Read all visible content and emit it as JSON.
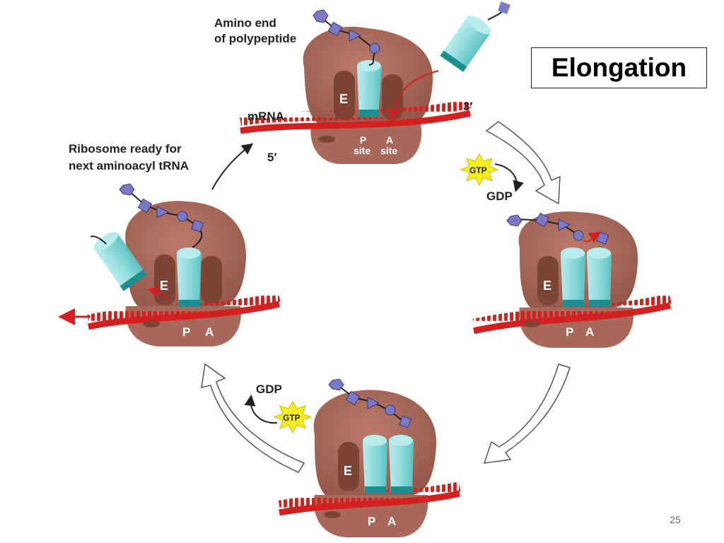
{
  "slide": {
    "title": "Elongation",
    "page_number": "25"
  },
  "labels": {
    "amino_end_line1": "Amino end",
    "amino_end_line2": "of polypeptide",
    "mrna": "mRNA",
    "three_prime": "3′",
    "five_prime": "5′",
    "ribosome_ready_line1": "Ribosome ready for",
    "ribosome_ready_line2": "next aminoacyl tRNA",
    "gtp": "GTP",
    "gdp": "GDP",
    "e_site": "E",
    "p_site": "P",
    "a_site": "A",
    "site_word": "site"
  },
  "colors": {
    "ribosome": "#a8695a",
    "ribosome_dark": "#7a4535",
    "mrna": "#d42020",
    "trna": "#8fdada",
    "trna_dark": "#1b8f8f",
    "amino_acid": "#7b78c4",
    "gtp_star": "#f7ee1f"
  }
}
